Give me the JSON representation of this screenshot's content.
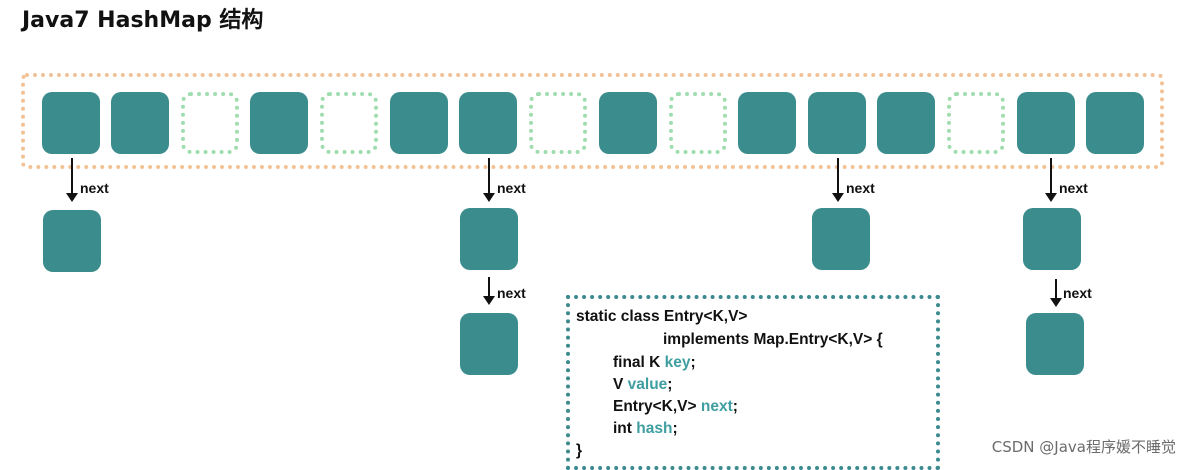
{
  "title": "Java7 HashMap 结构",
  "array": {
    "slots": [
      "filled",
      "filled",
      "empty",
      "filled",
      "empty",
      "filled",
      "filled",
      "empty",
      "filled",
      "empty",
      "filled",
      "filled",
      "filled",
      "empty",
      "filled",
      "filled"
    ]
  },
  "chains": [
    {
      "slot_index": 0,
      "next_label": "next",
      "nodes": 1
    },
    {
      "slot_index": 6,
      "next_labels": [
        "next",
        "next"
      ],
      "nodes": 2
    },
    {
      "slot_index": 11,
      "next_label": "next",
      "nodes": 1
    },
    {
      "slot_index": 14,
      "next_labels": [
        "next",
        "next"
      ],
      "nodes": 2
    }
  ],
  "next_label": "next",
  "code": {
    "line1": "static class Entry<K,V>",
    "line2": "implements Map.Entry<K,V> {",
    "line3_type": "final K ",
    "line3_field": "key",
    "line4_type": "V ",
    "line4_field": "value",
    "line5_type": "Entry<K,V> ",
    "line5_field": "next",
    "line6_type": "int ",
    "line6_field": "hash",
    "line7": "}",
    "semicolon": ";"
  },
  "watermark": "CSDN @Java程序媛不睡觉",
  "colors": {
    "node_fill": "#3b8c8c",
    "empty_slot_border": "#9fdcae",
    "array_frame_border": "#f2c296",
    "code_box_border": "#3a8a8e",
    "field_highlight": "#3f9ea0"
  }
}
